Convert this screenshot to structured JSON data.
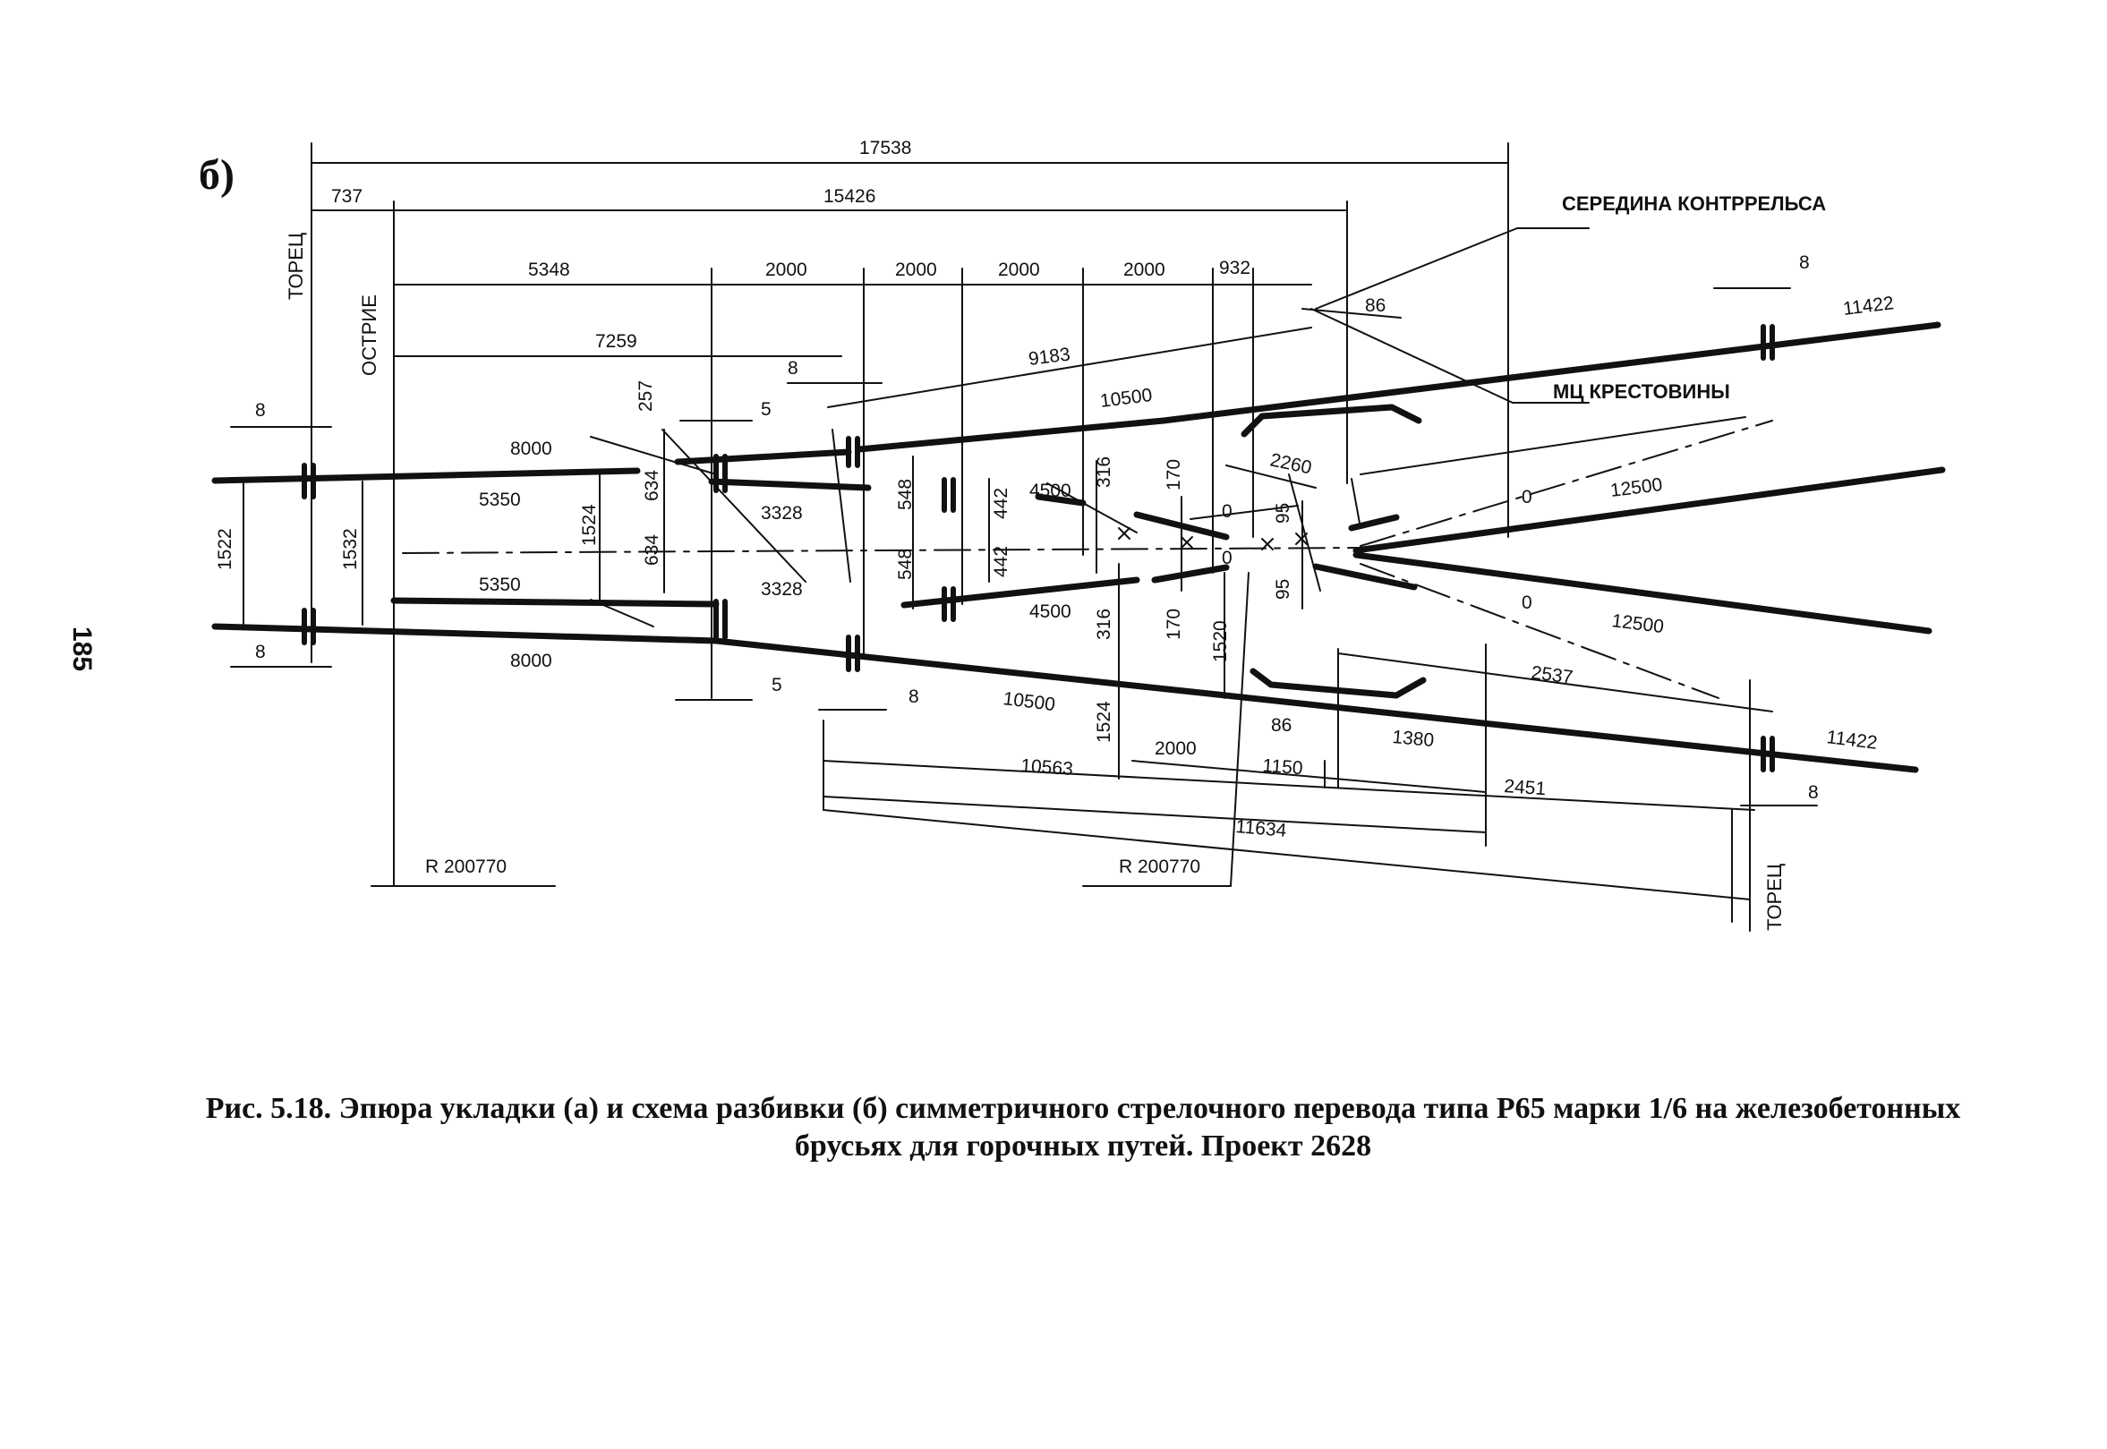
{
  "figure": {
    "label": "б)",
    "page_number": "185"
  },
  "annotations": {
    "torets_left": "ТОРЕЦ",
    "ostrie": "ОСТРИЕ",
    "seredina": "СЕРЕДИНА КОНТРРЕЛЬСА",
    "mc_krestoviny": "МЦ КРЕСТОВИНЫ",
    "radius_left": "R 200770",
    "radius_right": "R 200770",
    "torets_right": "ТОРЕЦ"
  },
  "dimensions": {
    "d17538": "17538",
    "d737": "737",
    "d15426": "15426",
    "d5348": "5348",
    "d2000a": "2000",
    "d2000b": "2000",
    "d2000c": "2000",
    "d2000d": "2000",
    "d932": "932",
    "d7259": "7259",
    "d9183": "9183",
    "d86top": "86",
    "d8top": "8",
    "d11422top": "11422",
    "d10500top": "10500",
    "d8left_upper": "8",
    "d8gap": "8",
    "d5upper": "5",
    "d257": "257",
    "d8000upper": "8000",
    "d5350upper": "5350",
    "d634a": "634",
    "d634b": "634",
    "d1524left": "1524",
    "d1522": "1522",
    "d1532": "1532",
    "d3328upper": "3328",
    "d548a": "548",
    "d548b": "548",
    "d442a": "442",
    "d442b": "442",
    "d4500upper": "4500",
    "d316upper": "316",
    "d170upper": "170",
    "d2260": "2260",
    "d0a": "0",
    "d0b": "0",
    "d95a": "95",
    "d95b": "95",
    "d0right_upper": "0",
    "d12500upper": "12500",
    "d5350lower": "5350",
    "d3328lower": "3328",
    "d4500lower": "4500",
    "d316lower": "316",
    "d170lower": "170",
    "d1520": "1520",
    "d0right_lower": "0",
    "d12500lower": "12500",
    "d8left_lower": "8",
    "d8000lower": "8000",
    "d5lower": "5",
    "d8lower": "8",
    "d10500lower": "10500",
    "d2537": "2537",
    "d1524mid": "1524",
    "d2000bottom": "2000",
    "d86bottom": "86",
    "d1380": "1380",
    "d11422bottom": "11422",
    "d10563": "10563",
    "d1150": "1150",
    "d2451": "2451",
    "d8right_bottom": "8",
    "d11634": "11634"
  },
  "caption": {
    "line1": "Рис. 5.18. Эпюра укладки (а) и схема разбивки (б) симметричного стрелочного перевода типа Р65 марки 1/6 на железобетонных",
    "line2": "брусьях для горочных путей. Проект 2628"
  }
}
